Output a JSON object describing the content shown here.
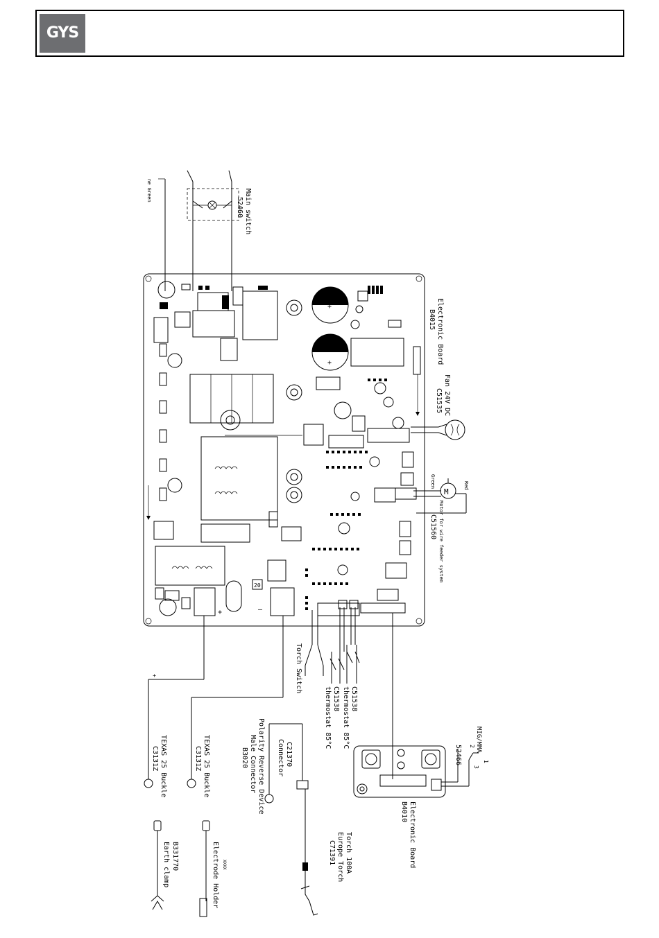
{
  "header": {
    "logo_text": "GYS"
  },
  "labels": {
    "green_top": "ne Green",
    "main_switch": "Main switch",
    "main_switch_ref": "52460",
    "electronic_board_main": "Electronic Board",
    "electronic_board_main_ref": "B4015",
    "fan": "Fan 24V DC",
    "fan_ref": "C51535",
    "motor_green": "Green",
    "motor_red": "Red",
    "motor_label": "Motor for wire feeder system",
    "motor_ref": "C51560",
    "plus": "+",
    "minus": "—",
    "plus_out": "+",
    "torch_switch": "Torch Switch",
    "thermostat1_ref": "C51538",
    "thermostat1": "thermostat 85°C",
    "thermostat2_ref": "C51538",
    "thermostat2": "thermostat 85°C",
    "texas1": "TEXAS 25 Buckle",
    "texas1_ref": "C3131Z",
    "texas2": "TEXAS 25 Buckle",
    "texas2_ref": "C3131Z",
    "connector": "Connector",
    "connector_ref": "C21370",
    "polarity": "Polarity Reverse Device",
    "polarity_sub": "Male Connector",
    "polarity_ref": "B3020",
    "torch": "Torch 100A",
    "torch_sub": "Europe Torch",
    "torch_ref": "C71391",
    "mig_mma": "MIG/MMA",
    "switch_ref": "52466",
    "pin1": "1",
    "pin2": "2",
    "pin3": "3",
    "electronic_board_2": "Electronic Board",
    "electronic_board_2_ref": "B4010",
    "earth_ref": "B331770",
    "earth_clamp": "Earth clamp",
    "electrode_holder": "Electrode Holder",
    "electrode_tag": "XXXX",
    "tag_20": "20"
  }
}
